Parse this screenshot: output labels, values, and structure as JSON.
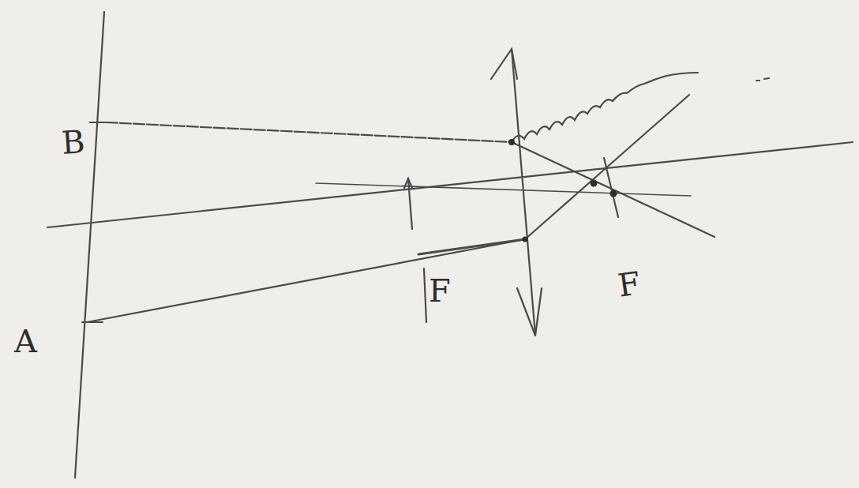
{
  "diagram": {
    "labels": [
      "B",
      "A",
      "F",
      "F"
    ]
  }
}
